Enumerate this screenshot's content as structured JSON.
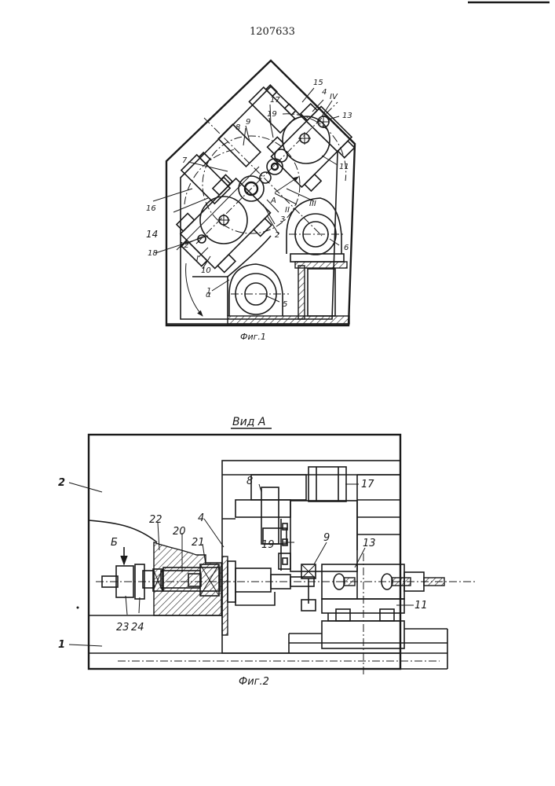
{
  "document_number": "1207633",
  "figure1": {
    "caption": "Фиг.1",
    "labels": {
      "l1": "1",
      "l2": "2",
      "l3": "3",
      "l4": "4",
      "l5": "5",
      "l6": "6",
      "l7": "7",
      "l8": "8",
      "l9": "9",
      "l10": "10",
      "l11": "11",
      "l12": "12",
      "l13": "13",
      "l14": "14",
      "l15": "15",
      "l16": "16",
      "l17": "17",
      "l18": "18",
      "l19": "19",
      "roman1": "I",
      "roman2": "II",
      "roman3": "III",
      "roman4": "IV",
      "arrowA": "A",
      "alpha": "α"
    }
  },
  "figure2": {
    "title": "Вид А",
    "caption": "Фиг.2",
    "labels": {
      "l1": "1",
      "l2": "2",
      "l4": "4",
      "l8": "8",
      "l9": "9",
      "l11": "11",
      "l13": "13",
      "l17": "17",
      "l19": "19",
      "l20": "20",
      "l21": "21",
      "l22": "22",
      "l23": "23",
      "l24": "24",
      "arrowB": "Б"
    }
  }
}
